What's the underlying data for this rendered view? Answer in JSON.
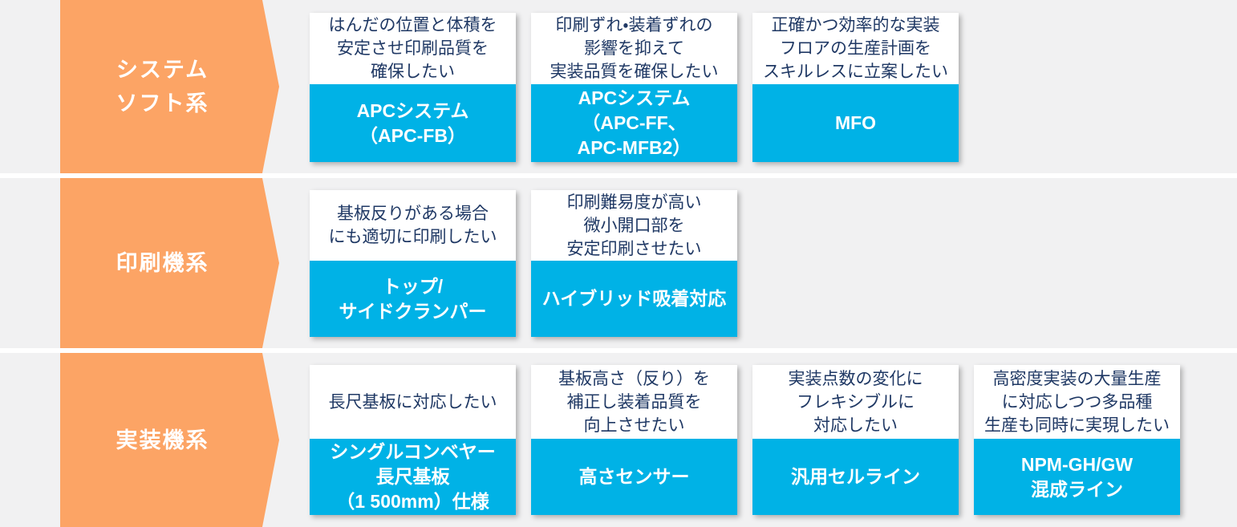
{
  "colors": {
    "background": "#f1f1f2",
    "category_orange": "#fca465",
    "solution_blue": "#00b2e6",
    "need_text_navy": "#1f3864",
    "separator_white": "#ffffff"
  },
  "rows": [
    {
      "label": "システム\nソフト系",
      "cards": [
        {
          "need": "はんだの位置と体積を\n安定させ印刷品質を\n確保したい",
          "solution": "APCシステム\n（APC-FB）"
        },
        {
          "need": "印刷ずれ・装着ずれの\n影響を抑えて\n実装品質を確保したい",
          "solution": "APCシステム\n（APC-FF、\nAPC-MFB2）"
        },
        {
          "need": "正確かつ効率的な実装\nフロアの生産計画を\nスキルレスに立案したい",
          "solution": "MFO"
        }
      ]
    },
    {
      "label": "印刷機系",
      "cards": [
        {
          "need": "基板反りがある場合\nにも適切に印刷したい",
          "solution": "トップ/\nサイドクランパー"
        },
        {
          "need": "印刷難易度が高い\n微小開口部を\n安定印刷させたい",
          "solution": "ハイブリッド吸着対応"
        }
      ]
    },
    {
      "label": "実装機系",
      "cards": [
        {
          "need": "長尺基板に対応したい",
          "solution": "シングルコンベヤー\n長尺基板\n（1 500mm）仕様"
        },
        {
          "need": "基板高さ（反り）を\n補正し装着品質を\n向上させたい",
          "solution": "高さセンサー"
        },
        {
          "need": "実装点数の変化に\nフレキシブルに\n対応したい",
          "solution": "汎用セルライン"
        },
        {
          "need": "高密度実装の大量生産\nに対応しつつ多品種\n生産も同時に実現したい",
          "solution": "NPM-GH/GW\n混成ライン"
        }
      ]
    }
  ]
}
